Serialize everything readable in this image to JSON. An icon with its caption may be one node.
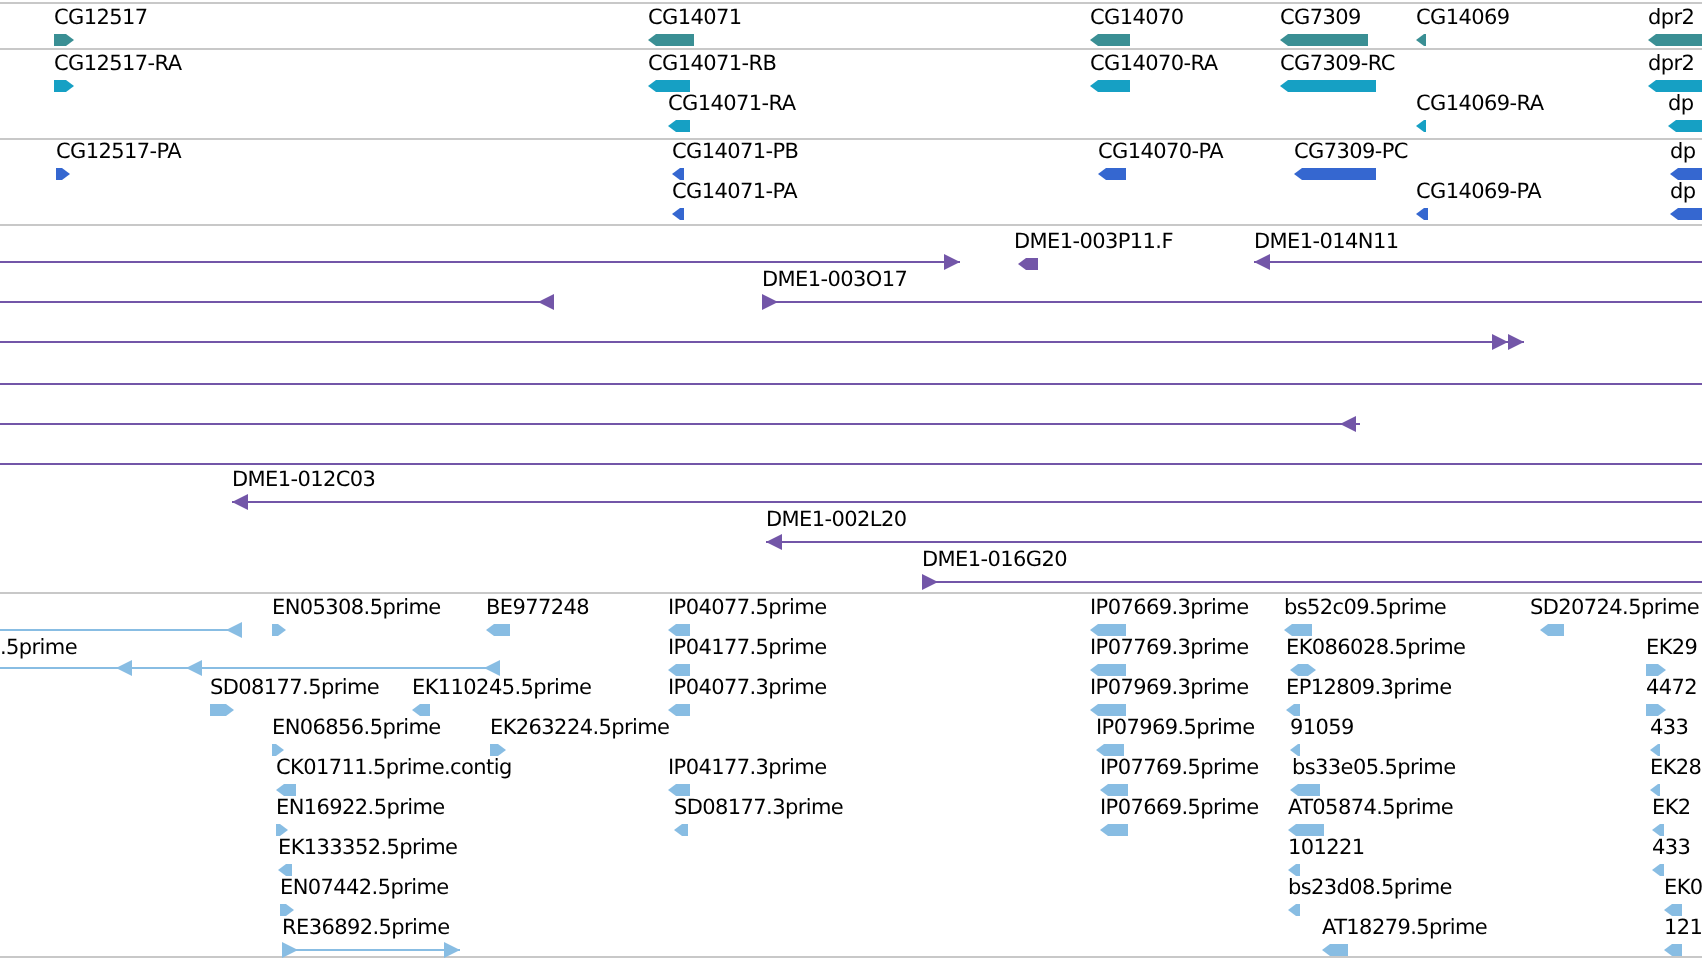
{
  "diagram": {
    "labels": [
      "CG12517",
      "CG14071",
      "CG14070",
      "CG7309",
      "CG14069",
      "dpr2",
      "CG12517-RA",
      "CG14071-RB",
      "CG14070-RA",
      "CG7309-RC",
      "dpr2",
      "CG14071-RA",
      "CG14069-RA",
      "dp",
      "CG12517-PA",
      "CG14071-PB",
      "CG14070-PA",
      "CG7309-PC",
      "dp",
      "CG14071-PA",
      "CG14069-PA",
      "dp",
      "DME1-003P11.F",
      "DME1-014N11",
      "DME1-003O17",
      "DME1-012C03",
      "DME1-002L20",
      "DME1-016G20",
      "EN05308.5prime",
      "BE977248",
      "IP04077.5prime",
      "IP07669.3prime",
      "bs52c09.5prime",
      "SD20724.5prime",
      ".5prime",
      "IP04177.5prime",
      "IP07769.3prime",
      "EK086028.5prime",
      "EK29",
      "SD08177.5prime",
      "EK110245.5prime",
      "IP04077.3prime",
      "IP07969.3prime",
      "EP12809.3prime",
      "4472",
      "EN06856.5prime",
      "EK263224.5prime",
      "IP07969.5prime",
      "91059",
      "433",
      "CK01711.5prime.contig",
      "IP04177.3prime",
      "IP07769.5prime",
      "bs33e05.5prime",
      "EK28",
      "EN16922.5prime",
      "SD08177.3prime",
      "IP07669.5prime",
      "AT05874.5prime",
      "EK2",
      "EK133352.5prime",
      "101221",
      "433",
      "EN07442.5prime",
      "bs23d08.5prime",
      "EK0",
      "RE36892.5prime",
      "AT18279.5prime",
      "121"
    ]
  }
}
